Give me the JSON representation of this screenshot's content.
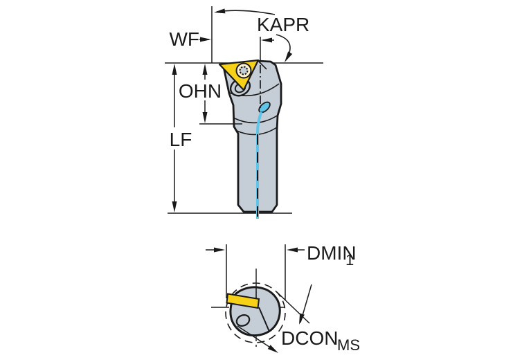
{
  "title": "Boring bar dimension drawing",
  "views": {
    "side_view": "tool side view with insert",
    "end_view": "tool coupling end view"
  },
  "labels": {
    "wf": "WF",
    "kapr": "KAPR",
    "ohn": "OHN",
    "lf": "LF",
    "dmin": "DMIN",
    "dmin_sub": "1",
    "dcon": "DCON",
    "dcon_sub": "MS"
  },
  "colors": {
    "line": "#1a1a1a",
    "body": "#c5ced7",
    "insert": "#f7d117",
    "coolant": "#5fc4e8",
    "background": "#ffffff"
  }
}
